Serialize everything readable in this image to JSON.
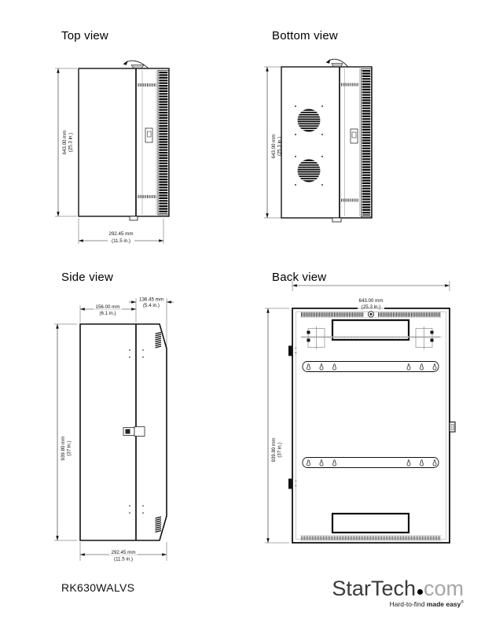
{
  "page": {
    "part_number": "RK630WALVS",
    "background_color": "#ffffff",
    "line_color": "#111111"
  },
  "logo": {
    "brand": "StarTech",
    "brand_suffix": "com",
    "dot_icon_color": "#000000",
    "brand_color": "#3a3a3a",
    "suffix_color": "#a6a6a6",
    "tagline_regular": "Hard-to-find ",
    "tagline_bold": "made easy",
    "registered_mark": "®"
  },
  "views": {
    "top": {
      "title": "Top view",
      "dim_height_mm": "643.00 mm",
      "dim_height_in": "(25.3 in.)",
      "dim_depth_mm": "292.45 mm",
      "dim_depth_in": "(11.5 in.)"
    },
    "bottom": {
      "title": "Bottom view",
      "dim_height_mm": "643.00 mm",
      "dim_height_in": "(25.3 in.)"
    },
    "side": {
      "title": "Side view",
      "dim_body_depth_mm": "156.00 mm",
      "dim_body_depth_in": "(6.1 in.)",
      "dim_door_depth_mm": "136.45 mm",
      "dim_door_depth_in": "(5.4 in.)",
      "dim_height_mm": "939.80 mm",
      "dim_height_in": "(37 in.)",
      "dim_total_depth_mm": "292.45 mm",
      "dim_total_depth_in": "(11.5 in.)"
    },
    "back": {
      "title": "Back view",
      "dim_width_mm": "643.00 mm",
      "dim_width_in": "(25.3 in.)",
      "dim_height_mm": "939.80 mm",
      "dim_height_in": "(37 in.)"
    }
  }
}
